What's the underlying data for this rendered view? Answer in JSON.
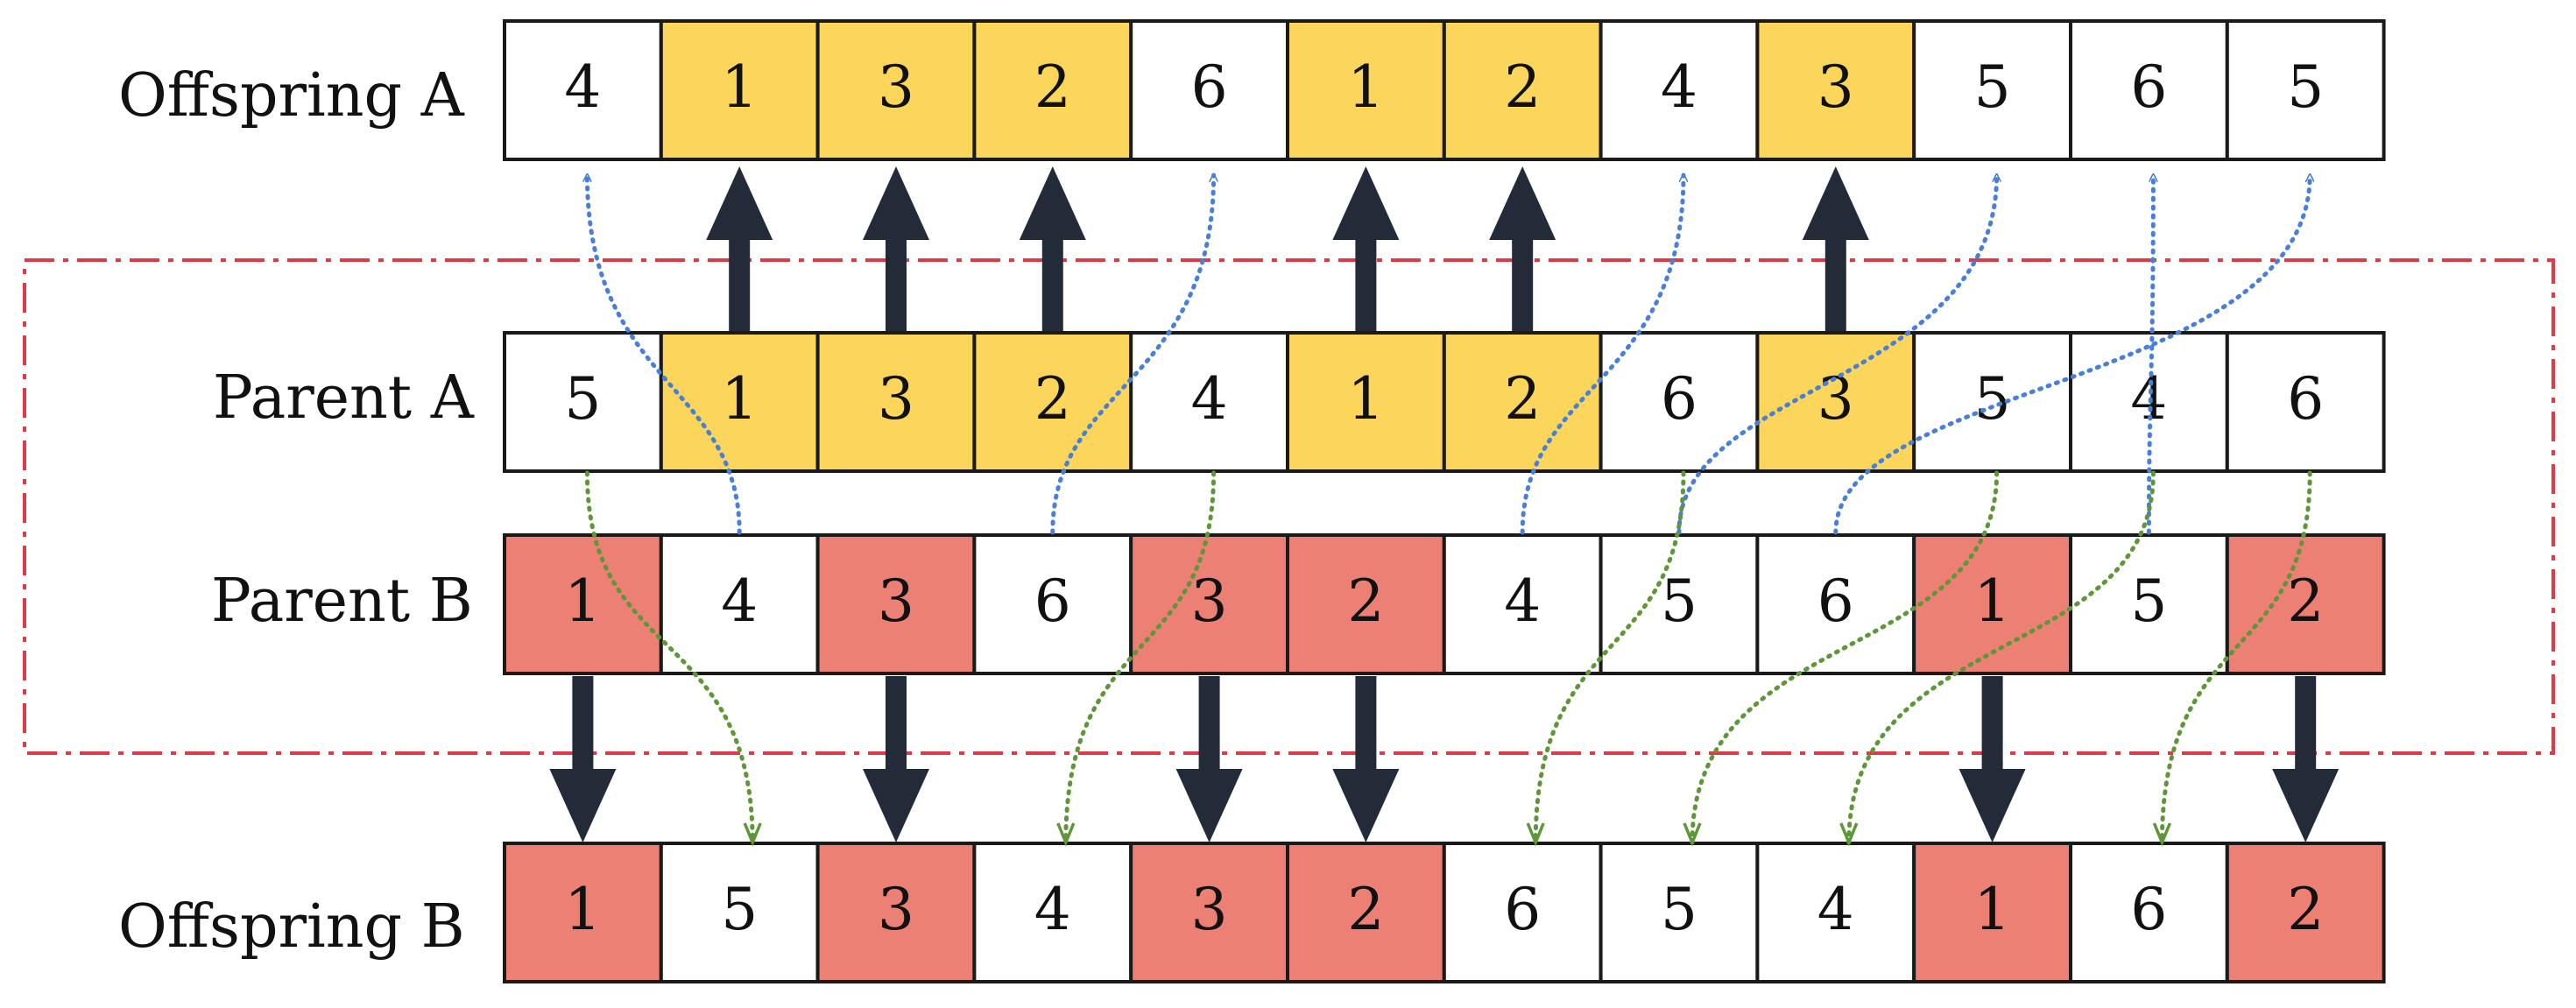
{
  "rows": {
    "offspring_a": {
      "label": "Offspring A",
      "genes": [
        "4",
        "1",
        "3",
        "2",
        "6",
        "1",
        "2",
        "4",
        "3",
        "5",
        "6",
        "5"
      ],
      "fills": [
        "white",
        "yellow",
        "yellow",
        "yellow",
        "white",
        "yellow",
        "yellow",
        "white",
        "yellow",
        "white",
        "white",
        "white"
      ]
    },
    "parent_a": {
      "label": "Parent A",
      "genes": [
        "5",
        "1",
        "3",
        "2",
        "4",
        "1",
        "2",
        "6",
        "3",
        "5",
        "4",
        "6"
      ],
      "fills": [
        "white",
        "yellow",
        "yellow",
        "yellow",
        "white",
        "yellow",
        "yellow",
        "white",
        "yellow",
        "white",
        "white",
        "white"
      ]
    },
    "parent_b": {
      "label": "Parent B",
      "genes": [
        "1",
        "4",
        "3",
        "6",
        "3",
        "2",
        "4",
        "5",
        "6",
        "1",
        "5",
        "2"
      ],
      "fills": [
        "red",
        "white",
        "red",
        "white",
        "red",
        "red",
        "white",
        "white",
        "white",
        "red",
        "white",
        "red"
      ]
    },
    "offspring_b": {
      "label": "Offspring B",
      "genes": [
        "1",
        "5",
        "3",
        "4",
        "3",
        "2",
        "6",
        "5",
        "4",
        "1",
        "6",
        "2"
      ],
      "fills": [
        "red",
        "white",
        "red",
        "white",
        "red",
        "red",
        "white",
        "white",
        "white",
        "red",
        "white",
        "red"
      ]
    }
  },
  "colors": {
    "yellow": "#FBD65A",
    "red": "#EC8075",
    "white": "#FFFFFF",
    "cell_border": "#1A1A1A",
    "solid_arrow": "#232A38",
    "blue_dotted": "#4A7FD8",
    "green_dotted": "#5E9638",
    "dashdot_frame": "#E03A48"
  },
  "solid_arrows_up_columns": [
    1,
    2,
    3,
    5,
    6,
    8
  ],
  "solid_arrows_down_columns": [
    0,
    2,
    4,
    5,
    9,
    11
  ],
  "blue_mapping_arrows": [
    {
      "from_parent_b_column": 1,
      "to_offspring_a_column": 0
    },
    {
      "from_parent_b_column": 3,
      "to_offspring_a_column": 4
    },
    {
      "from_parent_b_column": 6,
      "to_offspring_a_column": 7
    },
    {
      "from_parent_b_column": 7,
      "to_offspring_a_column": 9
    },
    {
      "from_parent_b_column": 8,
      "to_offspring_a_column": 11
    },
    {
      "from_parent_b_column": 10,
      "to_offspring_a_column": 10
    }
  ],
  "green_mapping_arrows": [
    {
      "from_parent_a_column": 0,
      "to_offspring_b_column": 1
    },
    {
      "from_parent_a_column": 4,
      "to_offspring_b_column": 3
    },
    {
      "from_parent_a_column": 7,
      "to_offspring_b_column": 6
    },
    {
      "from_parent_a_column": 9,
      "to_offspring_b_column": 7
    },
    {
      "from_parent_a_column": 10,
      "to_offspring_b_column": 8
    },
    {
      "from_parent_a_column": 11,
      "to_offspring_b_column": 10
    }
  ]
}
